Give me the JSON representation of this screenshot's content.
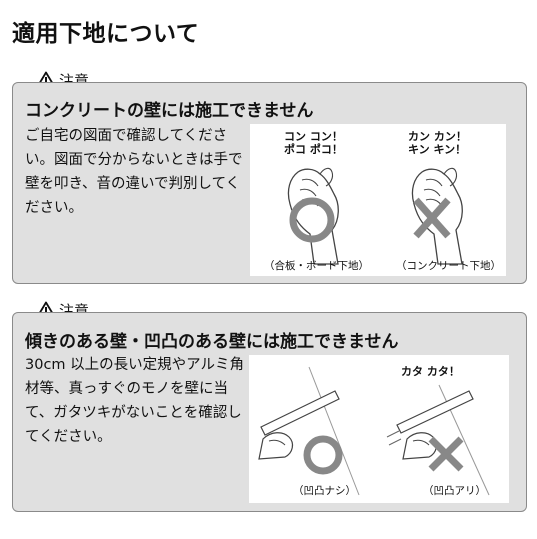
{
  "page": {
    "title": "適用下地について"
  },
  "sections": [
    {
      "caution": "注意",
      "heading": "コンクリートの壁には施工できません",
      "description": "ご自宅の図面で確認してください。図面で分からないときは手で壁を叩き、音の違いで判別してください。",
      "panels": [
        {
          "sound_line1": "コン コン！",
          "sound_line2": "ポコ ポコ！",
          "caption": "（合板・ボード下地）",
          "mark": "circle"
        },
        {
          "sound_line1": "カン カン！",
          "sound_line2": "キン キン！",
          "caption": "（コンクリート下地）",
          "mark": "cross"
        }
      ]
    },
    {
      "caution": "注意",
      "heading": "傾きのある壁・凹凸のある壁には施工できません",
      "description": "30cm 以上の長い定規やアルミ角材等、真っすぐのモノを壁に当て、ガタツキがないことを確認してください。",
      "panels": [
        {
          "sound_line1": "",
          "caption": "（凹凸ナシ）",
          "mark": "circle"
        },
        {
          "sound_line1": "カタ カタ！",
          "caption": "（凹凸アリ）",
          "mark": "cross"
        }
      ]
    }
  ],
  "colors": {
    "box_bg": "#e0e0e0",
    "border": "#8a8a8a",
    "mark": "#888888"
  },
  "icons": {
    "caution": "warning-triangle-icon"
  }
}
